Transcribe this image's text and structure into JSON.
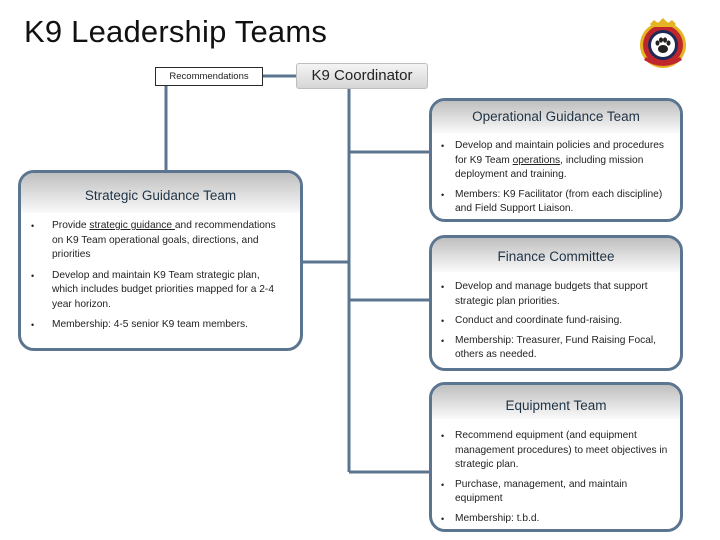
{
  "page": {
    "title": "K9 Leadership Teams"
  },
  "recommendations_label": "Recommendations",
  "coordinator_label": "K9 Coordinator",
  "teams": {
    "operational": {
      "title": "Operational Guidance Team",
      "items": [
        {
          "pre": "Develop and maintain policies and procedures for K9 Team ",
          "link": "operations",
          "post": ", including mission deployment and training."
        },
        {
          "pre": "Members: K9 Facilitator (from each discipline) and Field Support Liaison.",
          "link": "",
          "post": ""
        }
      ]
    },
    "strategic": {
      "title": "Strategic Guidance Team",
      "items": [
        {
          "pre": "Provide ",
          "link": "strategic guidance ",
          "post": "and recommendations on K9 Team operational goals, directions, and priorities"
        },
        {
          "pre": "Develop and maintain K9 Team strategic plan, which includes budget priorities mapped for a 2-4 year horizon.",
          "link": "",
          "post": ""
        },
        {
          "pre": "Membership: 4-5 senior K9 team members.",
          "link": "",
          "post": ""
        }
      ]
    },
    "finance": {
      "title": "Finance Committee",
      "items": [
        {
          "pre": "Develop and manage budgets that support strategic plan priorities.",
          "link": "",
          "post": ""
        },
        {
          "pre": "Conduct and coordinate fund-raising.",
          "link": "",
          "post": ""
        },
        {
          "pre": "Membership: Treasurer, Fund Raising Focal, others as needed.",
          "link": "",
          "post": ""
        }
      ]
    },
    "equipment": {
      "title": "Equipment Team",
      "items": [
        {
          "pre": "Recommend equipment (and equipment management procedures) to meet objectives in strategic plan.",
          "link": "",
          "post": ""
        },
        {
          "pre": "Purchase, management, and maintain equipment",
          "link": "",
          "post": ""
        },
        {
          "pre": "Membership: t.b.d.",
          "link": "",
          "post": ""
        }
      ]
    }
  },
  "colors": {
    "box_border": "#5b7590",
    "connector": "#5b7590",
    "logo_navy": "#1d2a55",
    "logo_red": "#c0272d",
    "logo_gold": "#e5b422"
  },
  "icons": {
    "logo": "paw-badge-icon"
  }
}
